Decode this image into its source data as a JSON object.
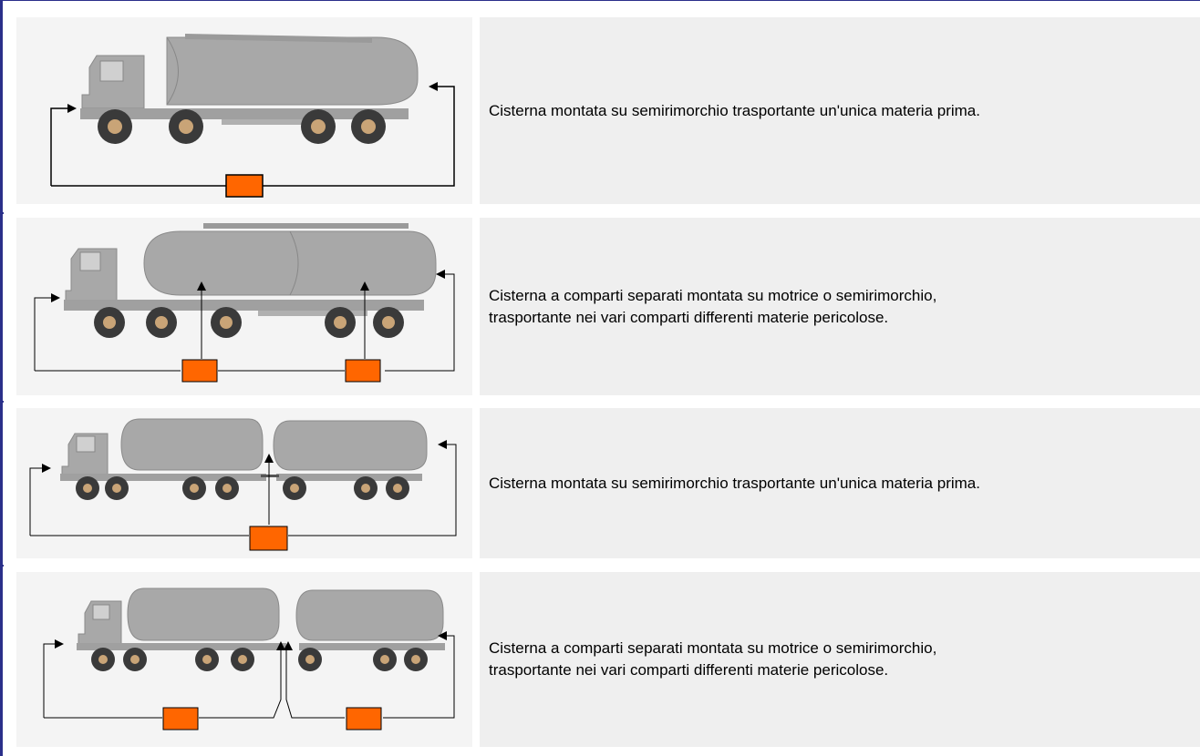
{
  "rows": [
    {
      "image": "tanker-semitrailer-single-tank",
      "caption": "Cisterna montata su semirimorchio trasportante un'unica materia prima."
    },
    {
      "image": "tanker-two-compartments",
      "caption": "Cisterna a comparti separati montata su motrice o semirimorchio,\ntrasportante nei vari comparti differenti materie pericolose."
    },
    {
      "image": "tanker-truck-trailer-single-valve",
      "caption": "Cisterna montata su semirimorchio trasportante un'unica materia prima."
    },
    {
      "image": "tanker-truck-trailer-two-valves",
      "caption": "Cisterna a comparti separati montata su motrice o semirimorchio,\ntrasportante nei vari comparti differenti materie pericolose."
    }
  ],
  "colors": {
    "frame": "#2a2f8a",
    "body": "#a6a6a6",
    "valve": "#ff6600",
    "pipe": "#000000",
    "cell": "#efefef"
  }
}
